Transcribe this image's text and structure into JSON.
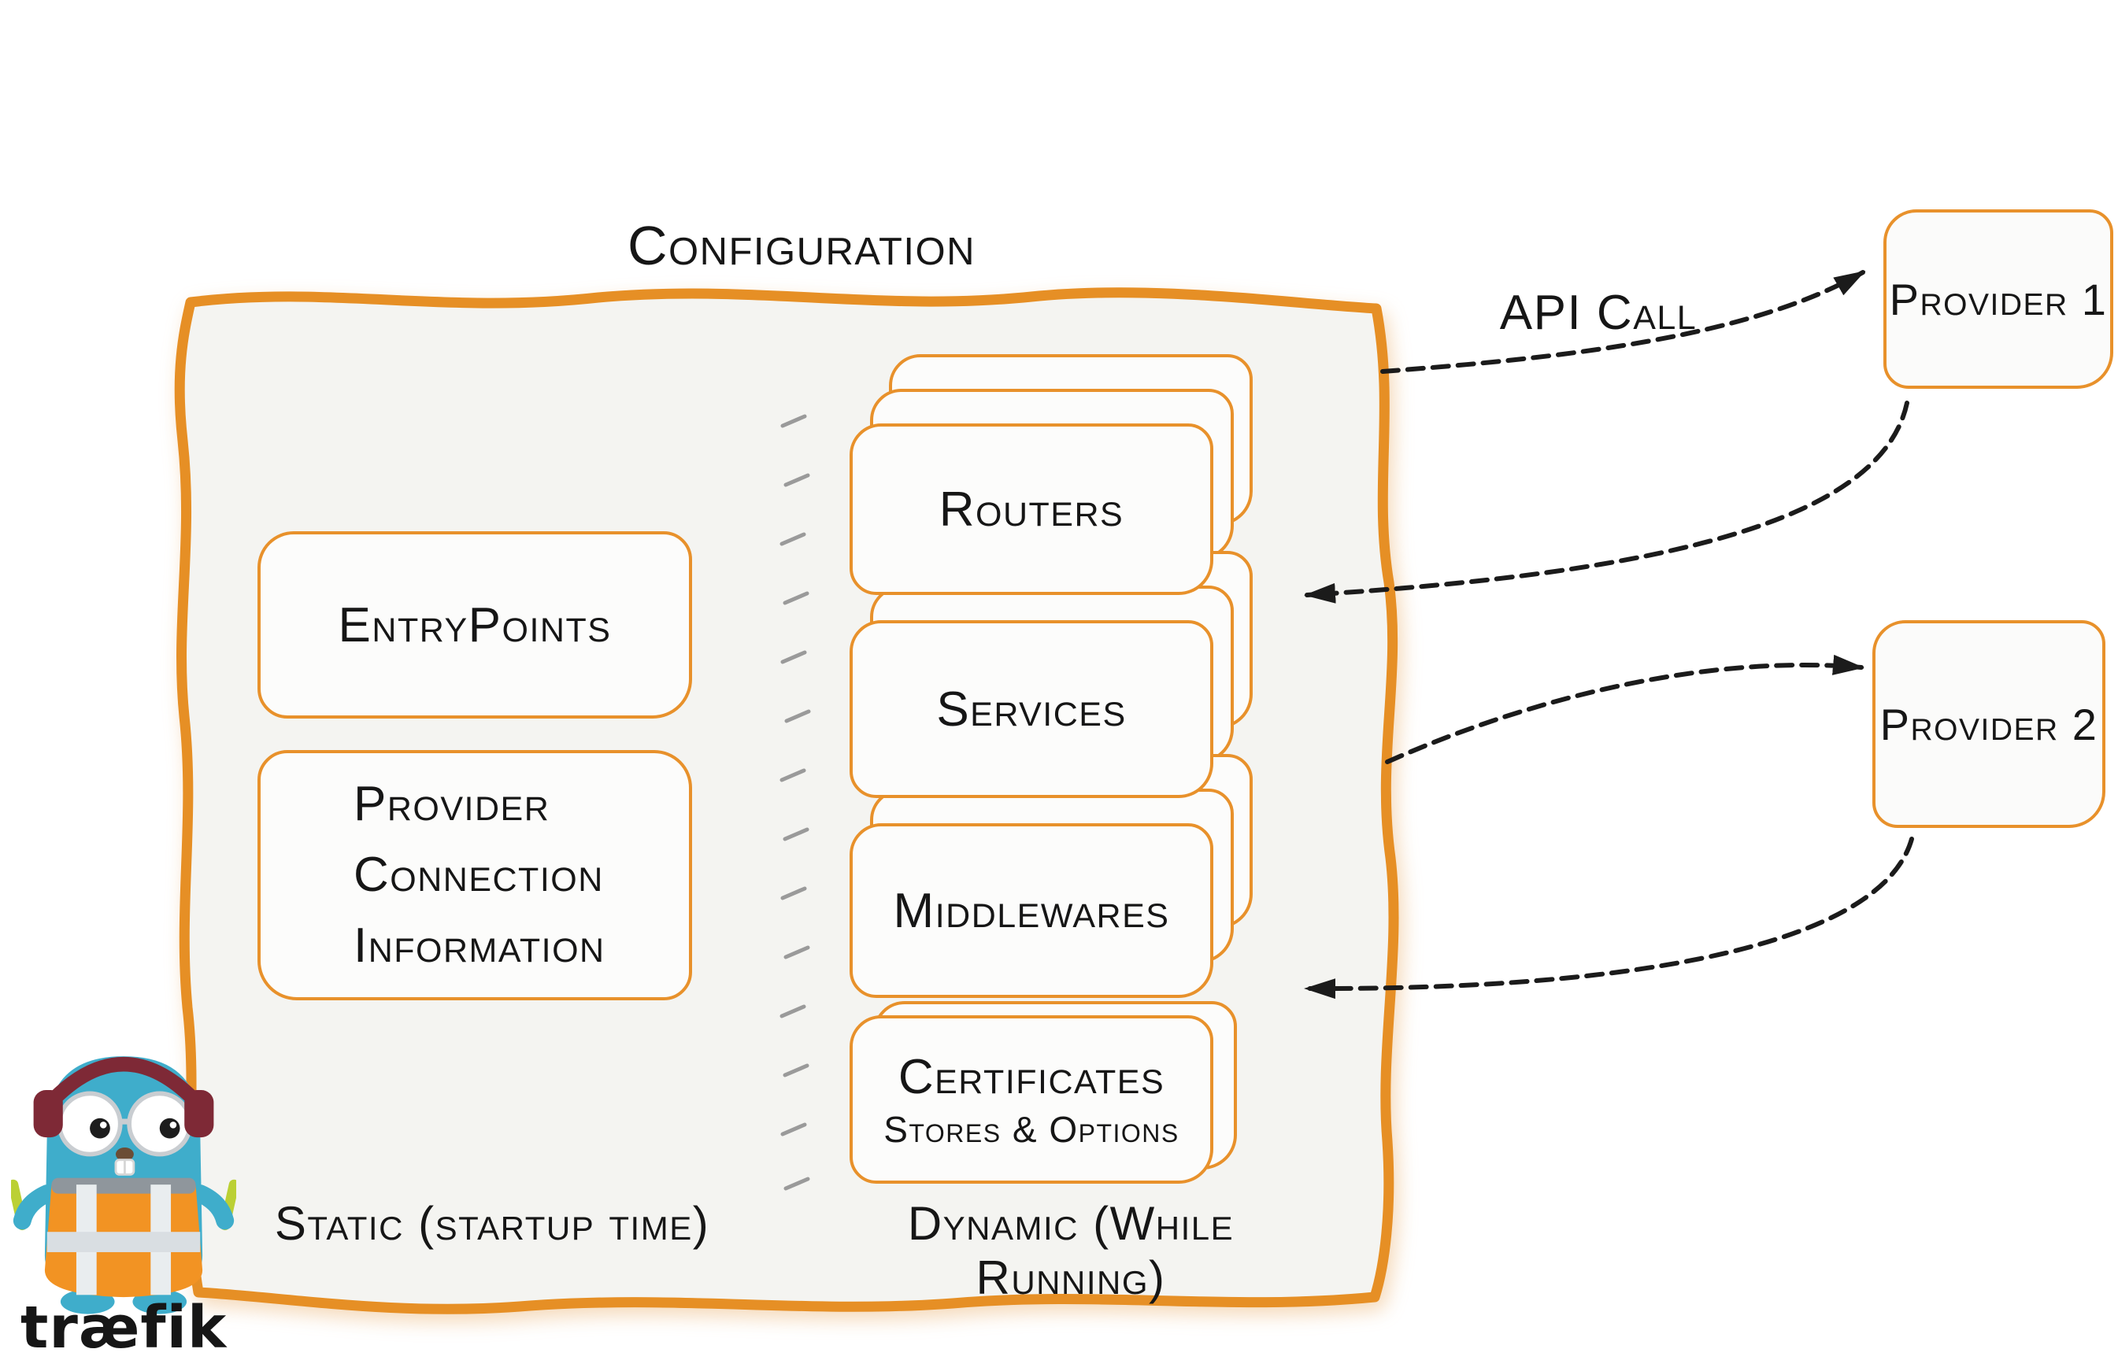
{
  "title": "Configuration",
  "api_call_label": "API Call",
  "static": {
    "caption": "Static (startup time)",
    "entrypoints_label": "EntryPoints",
    "provider_info_lines": [
      "Provider",
      "Connection",
      "Information"
    ]
  },
  "dynamic": {
    "caption": "Dynamic (While Running)",
    "stacks": [
      {
        "label": "Routers"
      },
      {
        "label": "Services"
      },
      {
        "label": "Middlewares"
      },
      {
        "label": "Certificates",
        "sublabel": "Stores & Options"
      }
    ]
  },
  "providers": [
    {
      "label": "Provider 1"
    },
    {
      "label": "Provider 2"
    }
  ],
  "logo": {
    "text": "træfik",
    "mascot": "traefik-gopher-mascot"
  },
  "colors": {
    "orange": "#E8912B",
    "panel_fill": "#f4f4f1",
    "card_fill": "#fcfcfb",
    "text": "#161616",
    "arrow": "#1b1b1b",
    "divider": "#9a9a9a",
    "mascot_teal": "#3FADCB",
    "vest_orange": "#F29323",
    "headphones": "#7E2936",
    "baton_green": "#BBD034"
  }
}
